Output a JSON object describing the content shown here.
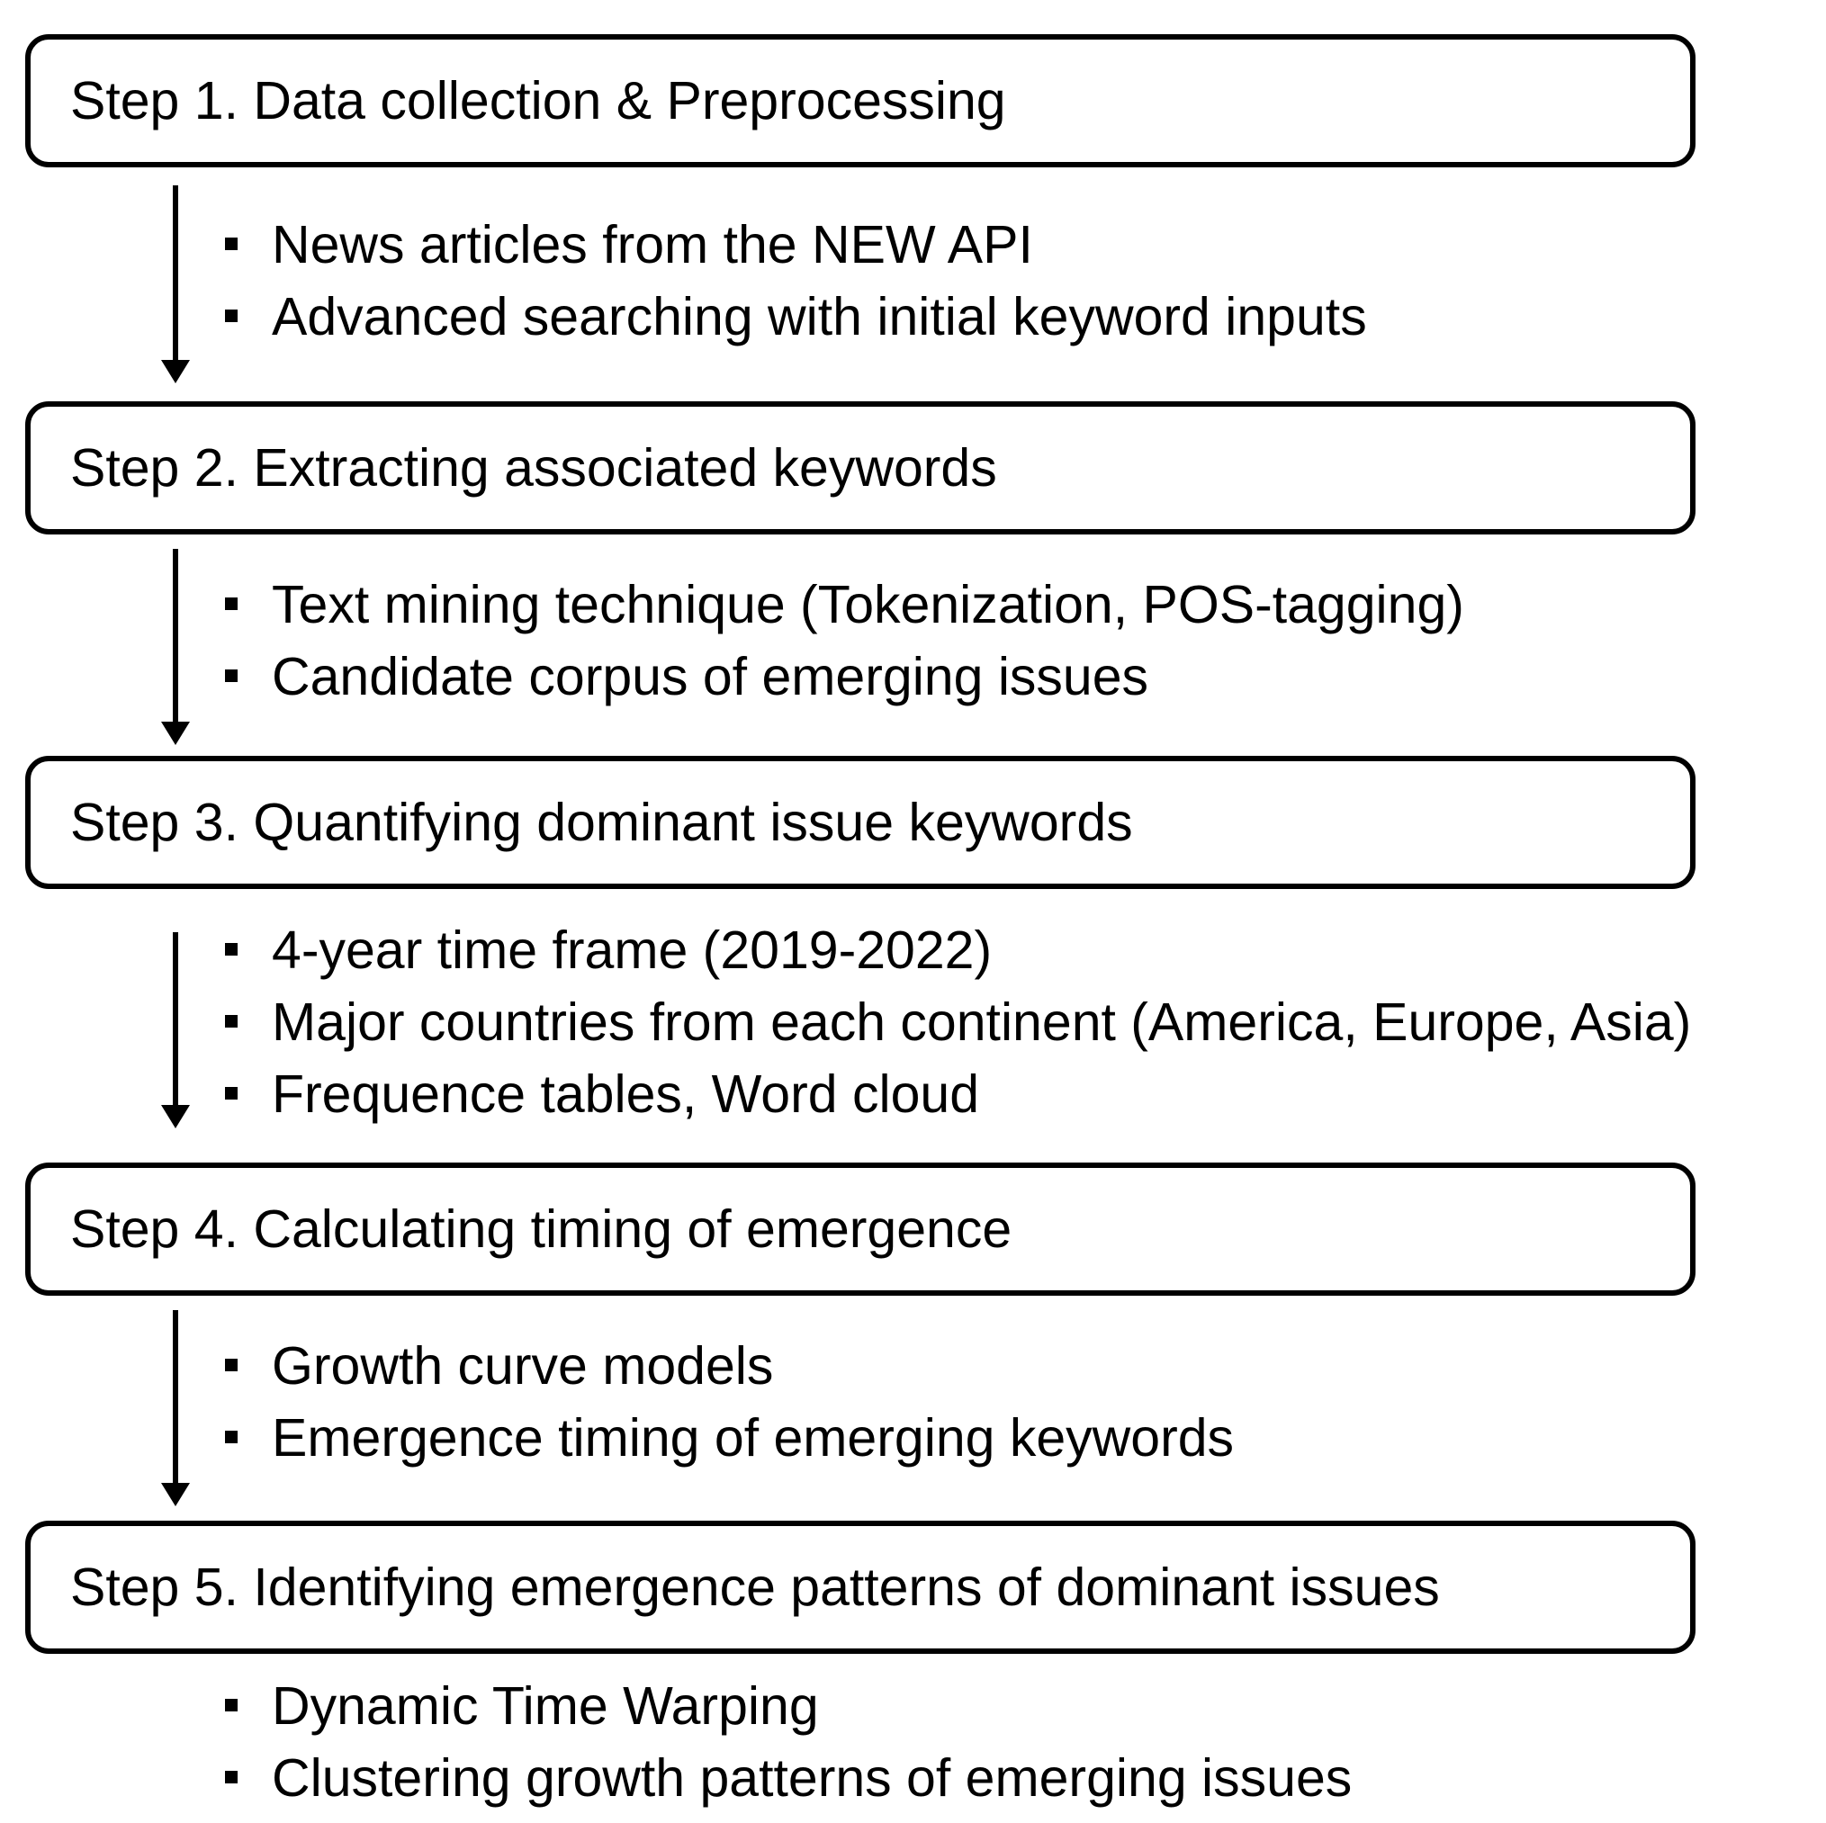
{
  "steps": [
    {
      "title": "Step 1. Data collection & Preprocessing",
      "bullets": [
        "News articles from the NEW API",
        "Advanced searching with initial keyword inputs"
      ]
    },
    {
      "title": "Step 2. Extracting associated keywords",
      "bullets": [
        "Text mining technique (Tokenization, POS-tagging)",
        "Candidate corpus of emerging issues"
      ]
    },
    {
      "title": "Step 3. Quantifying dominant issue keywords",
      "bullets": [
        "4-year time frame (2019-2022)",
        "Major countries from each continent (America, Europe, Asia)",
        "Frequence tables, Word cloud"
      ]
    },
    {
      "title": "Step 4. Calculating timing of emergence",
      "bullets": [
        "Growth curve models",
        "Emergence timing of emerging keywords"
      ]
    },
    {
      "title": "Step 5. Identifying emergence patterns of dominant issues",
      "bullets": [
        "Dynamic Time Warping",
        "Clustering growth patterns of emerging issues"
      ]
    }
  ]
}
